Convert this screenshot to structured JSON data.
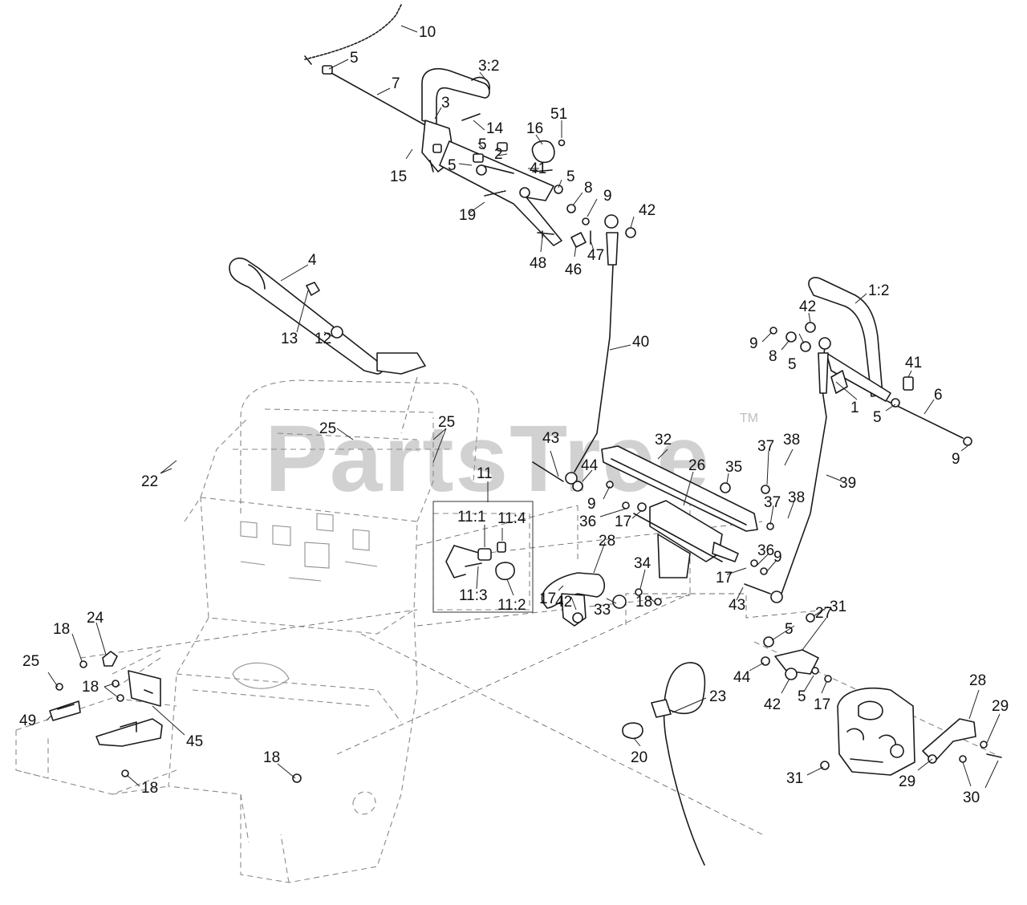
{
  "watermark": {
    "text": "PartsTree",
    "tm": "TM"
  },
  "callouts": {
    "c10": "10",
    "c5a": "5",
    "c7": "7",
    "c3_2": "3:2",
    "c3": "3",
    "c14": "14",
    "c16": "16",
    "c51": "51",
    "c5b": "5",
    "c2": "2",
    "c15": "15",
    "c5c": "5",
    "c41a": "41",
    "c5d": "5",
    "c8a": "8",
    "c9a": "9",
    "c19": "19",
    "c42a": "42",
    "c48": "48",
    "c46": "46",
    "c47": "47",
    "c4": "4",
    "c13": "13",
    "c12": "12",
    "c40": "40",
    "c1_2": "1:2",
    "c42b": "42",
    "c9b": "9",
    "c8b": "8",
    "c5e": "5",
    "c41b": "41",
    "c1": "1",
    "c6": "6",
    "c5f": "5",
    "c9c": "9",
    "c25a": "25",
    "c25b": "25",
    "c22": "22",
    "c43a": "43",
    "c44a": "44",
    "c32": "32",
    "c26": "26",
    "c35": "35",
    "c37a": "37",
    "c38a": "38",
    "c39": "39",
    "c11": "11",
    "c11_1": "11:1",
    "c11_4": "11:4",
    "c11_3": "11:3",
    "c11_2": "11:2",
    "c9d": "9",
    "c36a": "36",
    "c17a": "17",
    "c37b": "37",
    "c38b": "38",
    "c28a": "28",
    "c36b": "36",
    "c9e": "9",
    "c17b": "17",
    "c34": "34",
    "c17c": "17",
    "c43b": "43",
    "c42c": "42",
    "c33": "33",
    "c18a": "18",
    "c31a": "31",
    "c5g": "5",
    "c27": "27",
    "c18b": "18",
    "c24": "24",
    "c44b": "44",
    "c42d": "42",
    "c5h": "5",
    "c17d": "17",
    "c25c": "25",
    "c18c": "18",
    "c23": "23",
    "c28b": "28",
    "c29a": "29",
    "c49": "49",
    "c45": "45",
    "c20": "20",
    "c18d": "18",
    "c31b": "31",
    "c29b": "29",
    "c30": "30",
    "c18e": "18"
  }
}
